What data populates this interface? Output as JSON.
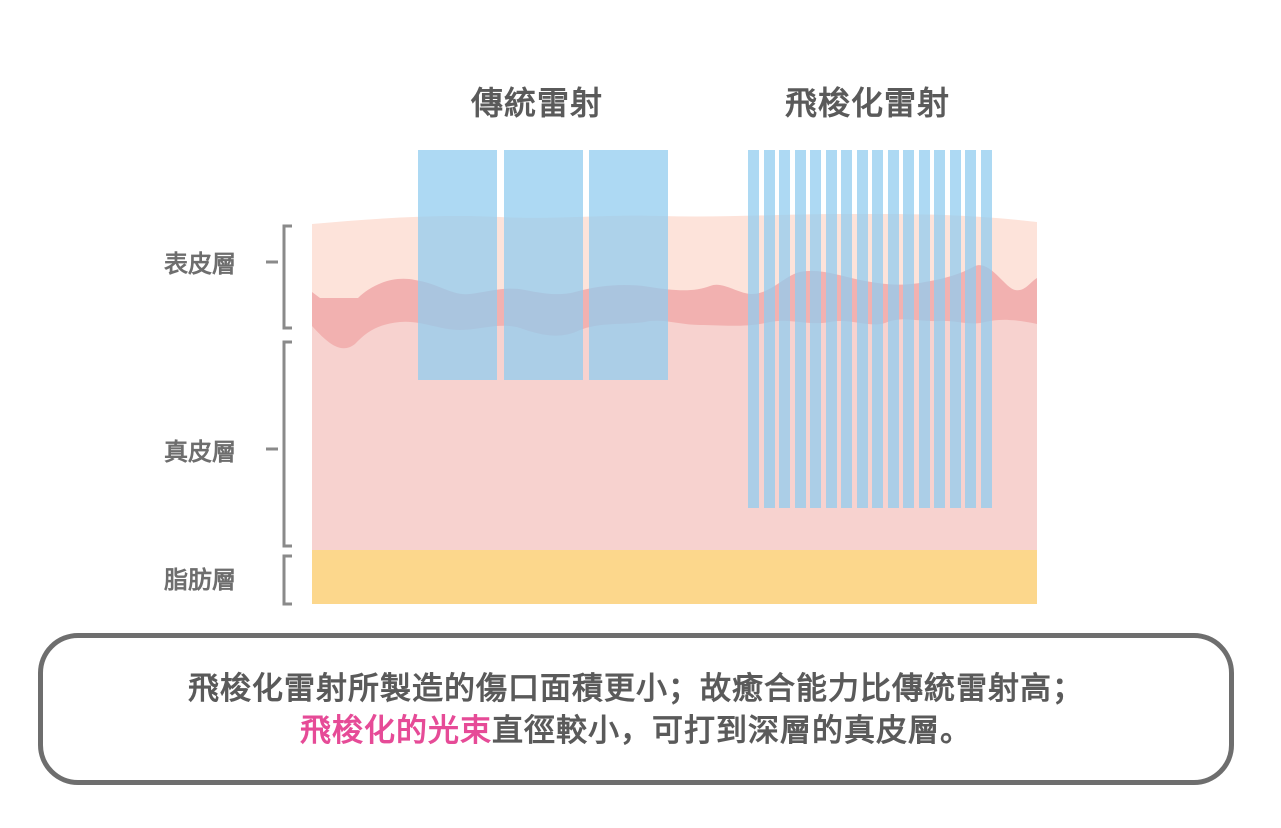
{
  "headings": {
    "traditional": "傳統雷射",
    "fractional": "飛梭化雷射"
  },
  "layers": {
    "epidermis": "表皮層",
    "dermis": "真皮層",
    "fat": "脂肪層"
  },
  "caption": {
    "line1": "飛梭化雷射所製造的傷口面積更小；故癒合能力比傳統雷射高；",
    "line2_highlight": "飛梭化的光束",
    "line2_rest": "直徑較小，可打到深層的真皮層。"
  },
  "colors": {
    "epidermis": "#fde3da",
    "junction": "#f2b1b0",
    "dermis": "#f7d2cf",
    "fat": "#fcd78c",
    "beam": "#91ccef",
    "highlight": "#e64b97",
    "text": "#5a5a5a"
  }
}
